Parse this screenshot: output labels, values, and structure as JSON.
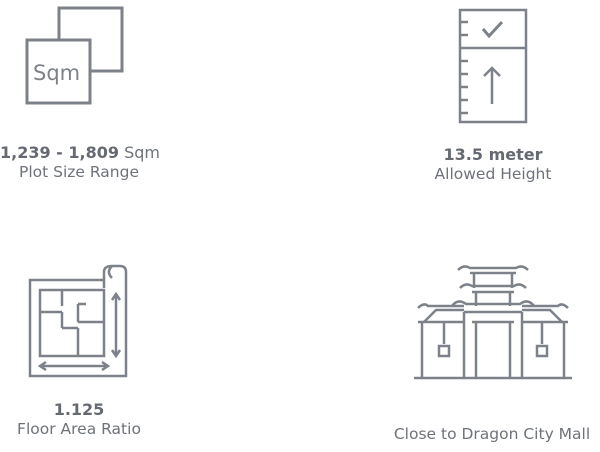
{
  "features": [
    {
      "id": "plot-size",
      "icon": "sqm-squares-icon",
      "icon_text": "Sqm",
      "value": "1,239 - 1,809",
      "unit": "Sqm",
      "label": "Plot Size Range"
    },
    {
      "id": "allowed-height",
      "icon": "height-gauge-icon",
      "value": "13.5 meter",
      "label": "Allowed Height"
    },
    {
      "id": "floor-area-ratio",
      "icon": "floor-plan-icon",
      "value": "1.125",
      "label": "Floor Area Ratio"
    },
    {
      "id": "dragon-city",
      "icon": "pagoda-icon",
      "label": "Close to Dragon City Mall"
    }
  ],
  "colors": {
    "icon_stroke": "#7d828a",
    "text": "#6e737a"
  }
}
